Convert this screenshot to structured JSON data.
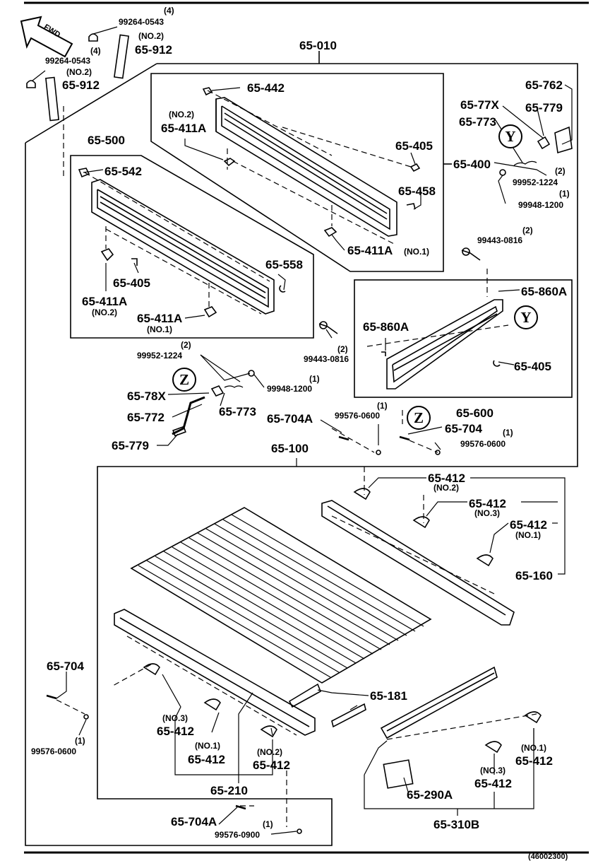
{
  "labels": {
    "p9926405434_a": "99264-0543",
    "q4_a": "(4)",
    "no2_a": "(NO.2)",
    "p65912_a": "65-912",
    "p9926405434_b": "99264-0543",
    "q4_b": "(4)",
    "no2_b": "(NO.2)",
    "p65912_b": "65-912",
    "p65010": "65-010",
    "p65442": "65-442",
    "no2_c": "(NO.2)",
    "p65411a_c": "65-411A",
    "p65405_c": "65-405",
    "p65458": "65-458",
    "p65400": "65-400",
    "p65411a_d": "65-411A",
    "no1_d": "(NO.1)",
    "p65500": "65-500",
    "p65542": "65-542",
    "p65405_e": "65-405",
    "p65558": "65-558",
    "p65411a_e": "65-411A",
    "no2_e": "(NO.2)",
    "p65411a_f": "65-411A",
    "no1_f": "(NO.1)",
    "p65762": "65-762",
    "p6577x": "65-77X",
    "p65779_a": "65-779",
    "p65773_a": "65-773",
    "q2_g": "(2)",
    "p999521224_a": "99952-1224",
    "q1_g": "(1)",
    "p999481200_a": "99948-1200",
    "q2_h": "(2)",
    "p994430816_a": "99443-0816",
    "p65860a_a": "65-860A",
    "p65860a_b": "65-860A",
    "q2_i": "(2)",
    "p994430816_b": "99443-0816",
    "p65405_g": "65-405",
    "p65600": "65-600",
    "q2_j": "(2)",
    "p999521224_b": "99952-1224",
    "p6578x": "65-78X",
    "q1_j": "(1)",
    "p999481200_b": "99948-1200",
    "p65773_b": "65-773",
    "p65772": "65-772",
    "p65779_b": "65-779",
    "p65704a_a": "65-704A",
    "q1_k": "(1)",
    "p995760600_a": "99576-0600",
    "p65704_a": "65-704",
    "q1_l": "(1)",
    "p995760600_b": "99576-0600",
    "p65100": "65-100",
    "p65412_a": "65-412",
    "no2_m": "(NO.2)",
    "p65412_b": "65-412",
    "no3_m": "(NO.3)",
    "p65412_c": "65-412",
    "no1_m": "(NO.1)",
    "p65160": "65-160",
    "p65704_b": "65-704",
    "q1_n": "(1)",
    "p995760600_c": "99576-0600",
    "p65181": "65-181",
    "no3_o": "(NO.3)",
    "p65412_o": "65-412",
    "no1_p": "(NO.1)",
    "p65412_p": "65-412",
    "no2_q": "(NO.2)",
    "p65412_q": "65-412",
    "p65210": "65-210",
    "p65704a_b": "65-704A",
    "q1_r": "(1)",
    "p995760900": "99576-0900",
    "no1_s": "(NO.1)",
    "p65412_s": "65-412",
    "no3_t": "(NO.3)",
    "p65412_t": "65-412",
    "p65290a": "65-290A",
    "p65310b": "65-310B",
    "fwd": "FWD",
    "y_a": "Y",
    "y_b": "Y",
    "z_a": "Z",
    "z_b": "Z",
    "footer_code": "(46002300)"
  }
}
